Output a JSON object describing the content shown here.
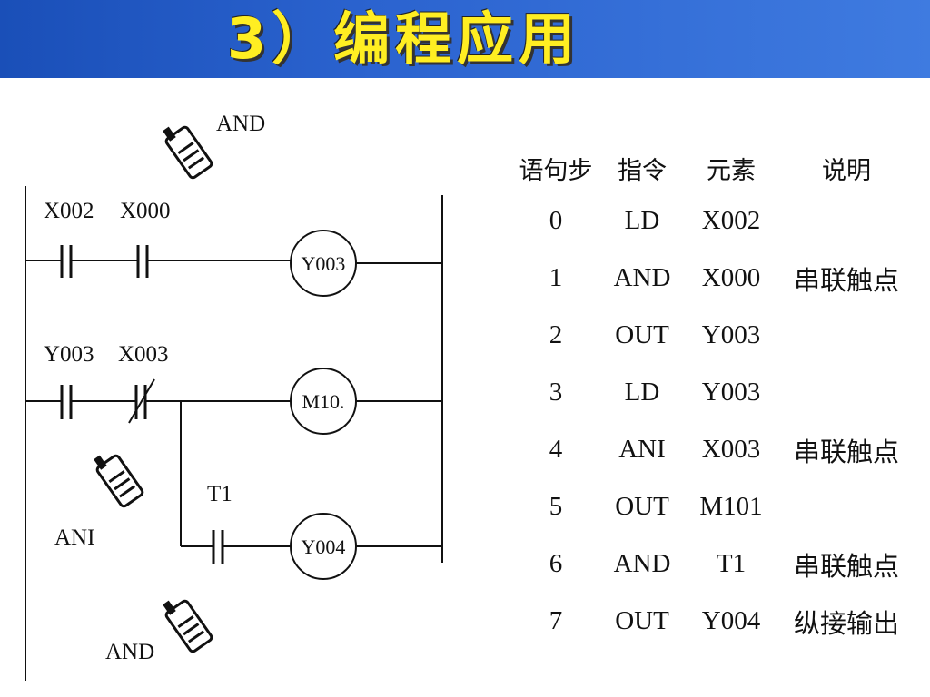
{
  "header": {
    "title": "3）编程应用"
  },
  "ladder": {
    "rung1": {
      "contact1": "X002",
      "contact2": "X000",
      "coil": "Y003"
    },
    "rung2": {
      "contact1": "Y003",
      "contact2": "X003",
      "coil": "M10."
    },
    "rung3": {
      "contact": "T1",
      "coil": "Y004"
    },
    "callouts": {
      "top": "AND",
      "middle": "ANI",
      "bottom": "AND"
    }
  },
  "instruction_table": {
    "headers": [
      "语句步",
      "指令",
      "元素",
      "说明"
    ],
    "rows": [
      [
        "0",
        "LD",
        "X002",
        ""
      ],
      [
        "1",
        "AND",
        "X000",
        "串联触点"
      ],
      [
        "2",
        "OUT",
        "Y003",
        ""
      ],
      [
        "3",
        "LD",
        "Y003",
        ""
      ],
      [
        "4",
        "ANI",
        "X003",
        "串联触点"
      ],
      [
        "5",
        "OUT",
        "M101",
        ""
      ],
      [
        "6",
        "AND",
        "T1",
        "串联触点"
      ],
      [
        "7",
        "OUT",
        "Y004",
        "纵接输出"
      ]
    ]
  }
}
